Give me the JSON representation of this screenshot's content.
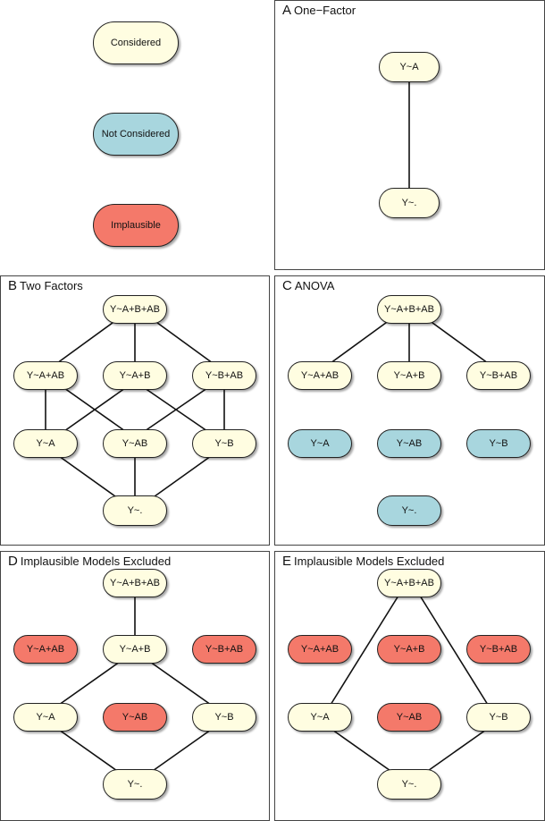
{
  "legend": {
    "considered": "Considered",
    "not_considered": "Not Considered",
    "implausible": "Implausible"
  },
  "colors": {
    "considered": "#fffde1",
    "not_considered": "#a8d6de",
    "implausible": "#f4796a"
  },
  "panels": {
    "a": {
      "letter": "A",
      "title": "One−Factor",
      "nodes": {
        "ya": "Y~A",
        "y0": "Y~."
      }
    },
    "b": {
      "letter": "B",
      "title": "Two Factors",
      "nodes": {
        "full": "Y~A+B+AB",
        "aab": "Y~A+AB",
        "ab": "Y~A+B",
        "bab": "Y~B+AB",
        "a": "Y~A",
        "abint": "Y~AB",
        "b": "Y~B",
        "y0": "Y~."
      }
    },
    "c": {
      "letter": "C",
      "title": "ANOVA",
      "nodes": {
        "full": "Y~A+B+AB",
        "aab": "Y~A+AB",
        "ab": "Y~A+B",
        "bab": "Y~B+AB",
        "a": "Y~A",
        "abint": "Y~AB",
        "b": "Y~B",
        "y0": "Y~."
      }
    },
    "d": {
      "letter": "D",
      "title": "Implausible Models Excluded",
      "nodes": {
        "full": "Y~A+B+AB",
        "aab": "Y~A+AB",
        "ab": "Y~A+B",
        "bab": "Y~B+AB",
        "a": "Y~A",
        "abint": "Y~AB",
        "b": "Y~B",
        "y0": "Y~."
      }
    },
    "e": {
      "letter": "E",
      "title": "Implausible Models Excluded",
      "nodes": {
        "full": "Y~A+B+AB",
        "aab": "Y~A+AB",
        "ab": "Y~A+B",
        "bab": "Y~B+AB",
        "a": "Y~A",
        "abint": "Y~AB",
        "b": "Y~B",
        "y0": "Y~."
      }
    }
  }
}
